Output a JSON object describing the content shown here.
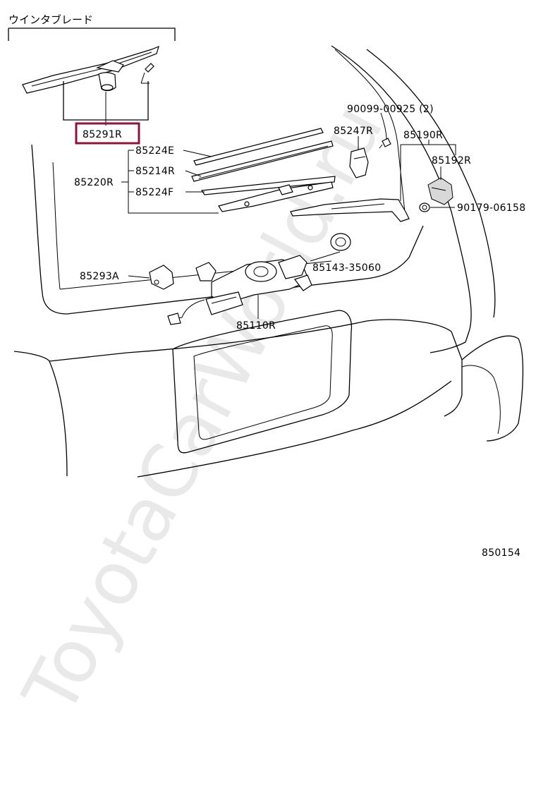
{
  "header": {
    "title": "ウインタブレード"
  },
  "highlight": {
    "part_number": "85291R",
    "color": "#8b1538"
  },
  "parts": {
    "p85224e": "85224E",
    "p85214r": "85214R",
    "p85220r": "85220R",
    "p85224f": "85224F",
    "p90099": "90099-00925 (2)",
    "p85247r": "85247R",
    "p85190r": "85190R",
    "p85192r": "85192R",
    "p90179": "90179-06158",
    "p85143": "85143-35060",
    "p85293a": "85293A",
    "p85110r": "85110R"
  },
  "figure_id": "850154",
  "watermark": "ToyotaCarWorld.ru"
}
